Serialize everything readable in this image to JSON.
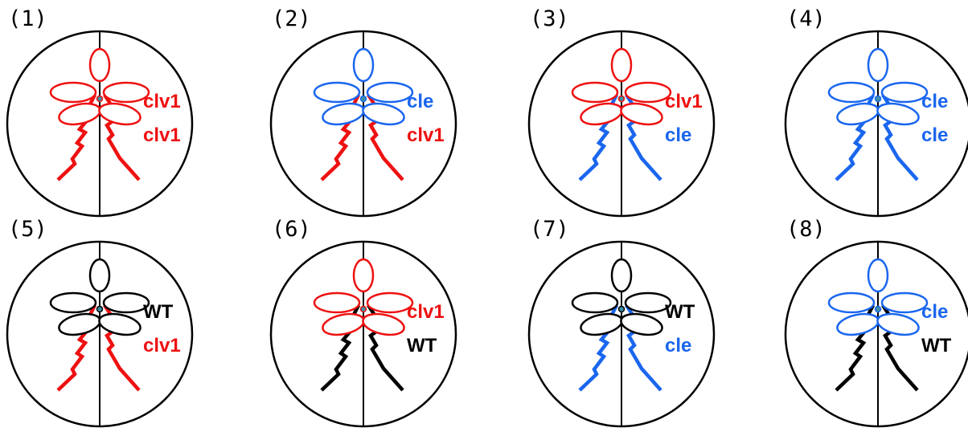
{
  "colors": {
    "clv1": "#ee1111",
    "cle": "#1a66ee",
    "WT": "#000000",
    "center": "#3d8fa3"
  },
  "panels": [
    {
      "label": "(1)",
      "shoot": "clv1",
      "root": "clv1"
    },
    {
      "label": "(2)",
      "shoot": "cle",
      "root": "clv1"
    },
    {
      "label": "(3)",
      "shoot": "clv1",
      "root": "cle"
    },
    {
      "label": "(4)",
      "shoot": "cle",
      "root": "cle"
    },
    {
      "label": "(5)",
      "shoot": "WT",
      "root": "clv1"
    },
    {
      "label": "(6)",
      "shoot": "clv1",
      "root": "WT"
    },
    {
      "label": "(7)",
      "shoot": "WT",
      "root": "cle"
    },
    {
      "label": "(8)",
      "shoot": "cle",
      "root": "WT"
    }
  ]
}
